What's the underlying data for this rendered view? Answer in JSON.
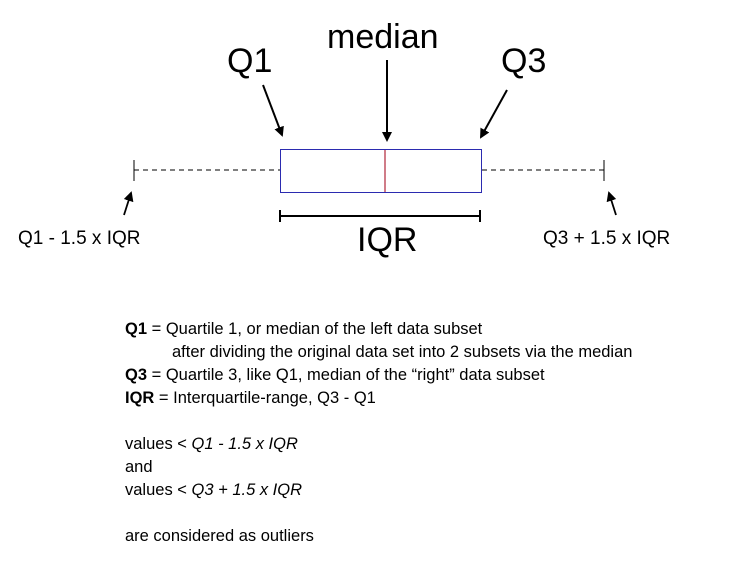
{
  "labels": {
    "q1": "Q1",
    "median": "median",
    "q3": "Q3",
    "iqr": "IQR",
    "lower_fence": "Q1 - 1.5 x IQR",
    "upper_fence": "Q3 + 1.5 x IQR"
  },
  "legend": {
    "q1_term": "Q1",
    "q1_def": " = Quartile 1, or median of the left data subset",
    "q1_def_cont": "after dividing the original  data set into 2 subsets via the median",
    "q3_term": "Q3",
    "q3_def": " = Quartile 3, like Q1, median of the “right” data subset",
    "iqr_term": "IQR",
    "iqr_def": " = Interquartile-range, Q3 - Q1",
    "rule_prefix_1": "values < ",
    "rule_expr_1": "Q1 - 1.5 x IQR",
    "rule_and": "and",
    "rule_prefix_2": "values < ",
    "rule_expr_2": "Q3 + 1.5 x IQR",
    "conclusion": "are considered as outliers"
  },
  "colors": {
    "box_border": "#2b2bb0",
    "median_line": "#b0243a",
    "ink": "#000000"
  }
}
